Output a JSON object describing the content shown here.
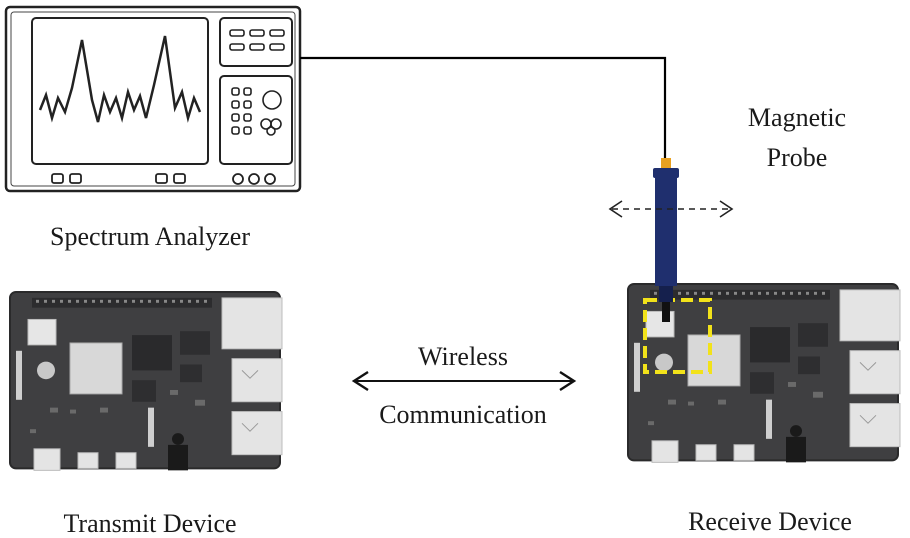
{
  "labels": {
    "analyzer": "Spectrum Analyzer",
    "probe_line1": "Magnetic",
    "probe_line2": "Probe",
    "wireless_line1": "Wireless",
    "wireless_line2": "Communication",
    "transmit": "Transmit Device",
    "receive": "Receive Device"
  },
  "colors": {
    "board": "#3f3f41",
    "board_edge": "#2a2a2b",
    "port": "#e4e4e4",
    "probe_body": "#1f2f6e",
    "probe_tip": "#e8a020",
    "highlight": "#f2e21a",
    "cable": "#000000"
  },
  "icons": {
    "analyzer": "spectrum-analyzer-icon",
    "probe": "magnetic-probe-icon",
    "board": "single-board-computer-icon"
  }
}
